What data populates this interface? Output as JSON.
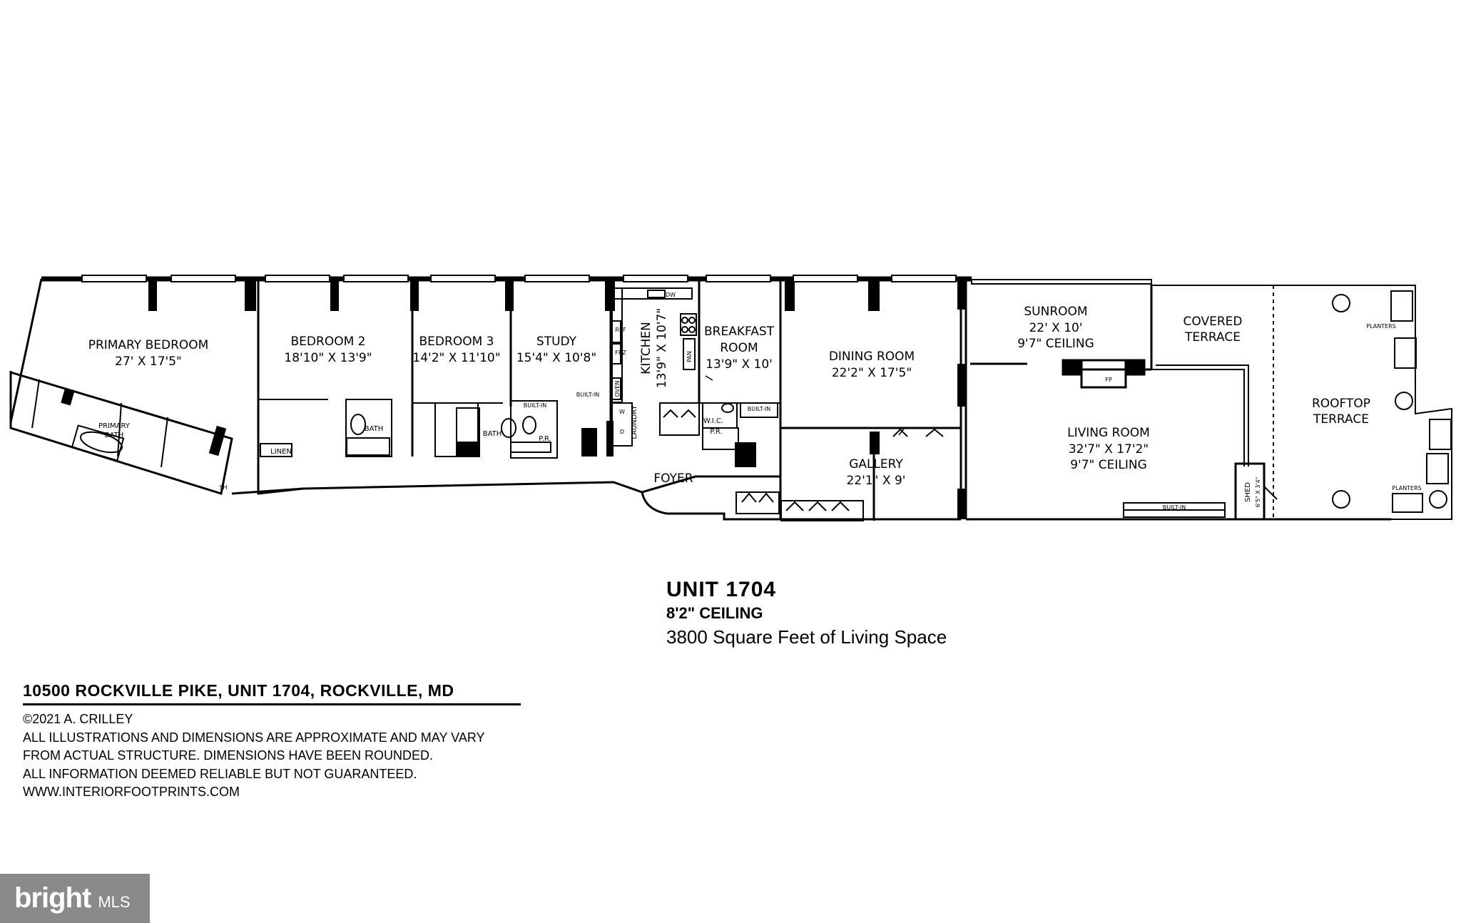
{
  "rooms": {
    "primary_bedroom": {
      "name": "PRIMARY BEDROOM",
      "dims": "27' X 17'5\""
    },
    "bedroom2": {
      "name": "BEDROOM 2",
      "dims": "18'10\" X 13'9\""
    },
    "bedroom3": {
      "name": "BEDROOM 3",
      "dims": "14'2\" X 11'10\""
    },
    "study": {
      "name": "STUDY",
      "dims": "15'4\" X 10'8\""
    },
    "kitchen": {
      "name": "KITCHEN",
      "dims": "13'9\" X 10'7\""
    },
    "breakfast": {
      "name1": "BREAKFAST",
      "name2": "ROOM",
      "dims": "13'9\" X 10'"
    },
    "dining": {
      "name": "DINING ROOM",
      "dims": "22'2\" X 17'5\""
    },
    "sunroom": {
      "name": "SUNROOM",
      "dims": "22' X 10'",
      "ceiling": "9'7\" CEILING"
    },
    "covered_terrace": {
      "name1": "COVERED",
      "name2": "TERRACE"
    },
    "rooftop_terrace": {
      "name1": "ROOFTOP",
      "name2": "TERRACE"
    },
    "living": {
      "name": "LIVING ROOM",
      "dims": "32'7\" X 17'2\"",
      "ceiling": "9'7\" CEILING"
    },
    "gallery": {
      "name": "GALLERY",
      "dims": "22'1\" X 9'"
    },
    "foyer": {
      "name": "FOYER"
    },
    "primary_bath": {
      "name1": "PRIMARY",
      "name2": "BATH"
    },
    "bath": "BATH",
    "pr": "P.R.",
    "wic": "W.I.C.",
    "linen": "LINEN",
    "laundry": "LAUNDRY",
    "shed": {
      "name": "SHED",
      "dims": "6'5\" X 3'4\""
    },
    "built_in": "BUILT-IN",
    "fp": "FP",
    "planters": "PLANTERS",
    "dw": "DW",
    "ref": "REF",
    "frz": "FRZ",
    "oven": "OVEN",
    "pan": "PAN",
    "sh": "SH",
    "w": "W",
    "d": "D"
  },
  "unit": {
    "title": "UNIT 1704",
    "ceiling": "8'2\" CEILING",
    "sqft": "3800 Square Feet of Living Space"
  },
  "footer": {
    "address": "10500 ROCKVILLE PIKE, UNIT 1704, ROCKVILLE, MD",
    "copyright": "©2021 A. CRILLEY",
    "disclaimer1": "ALL ILLUSTRATIONS AND DIMENSIONS ARE APPROXIMATE AND MAY VARY",
    "disclaimer2": "FROM ACTUAL STRUCTURE. DIMENSIONS HAVE BEEN ROUNDED.",
    "disclaimer3": "ALL INFORMATION DEEMED RELIABLE BUT NOT GUARANTEED.",
    "website": "WWW.INTERIORFOOTPRINTS.COM"
  },
  "badge": {
    "brand": "bright",
    "suffix": "MLS"
  }
}
